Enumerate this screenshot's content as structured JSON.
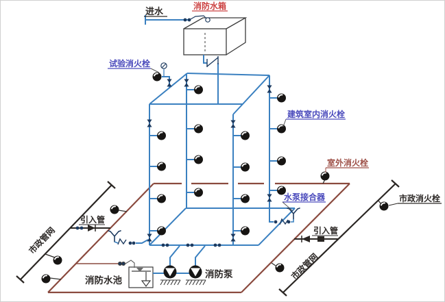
{
  "diagram": {
    "kind": "fire-protection-water-system-axonometric",
    "labels": {
      "water_inlet": "进水",
      "fire_water_tank": "消防水箱",
      "test_fire_hydrant": "试验消火栓",
      "indoor_fire_hydrant": "建筑室内消火栓",
      "outdoor_fire_hydrant": "室外消火栓",
      "pump_adapter": "水泵接合器",
      "municipal_fire_hydrant": "市政消火栓",
      "inlet_pipe_left": "引入管",
      "inlet_pipe_right": "引入管",
      "municipal_network_left": "市政管网",
      "municipal_network_right": "市政管网",
      "fire_water_pool": "消防水池",
      "fire_pump": "消防泵"
    },
    "colors": {
      "indoor_pipe_blue": "#3a80c0",
      "outdoor_ring_red": "#8a4a3e",
      "municipal_line_black": "#2a2623",
      "label_red": "#cc4343",
      "label_violet": "#4a4abc",
      "label_brick": "#9e5148",
      "label_black": "#2e2a28"
    }
  }
}
